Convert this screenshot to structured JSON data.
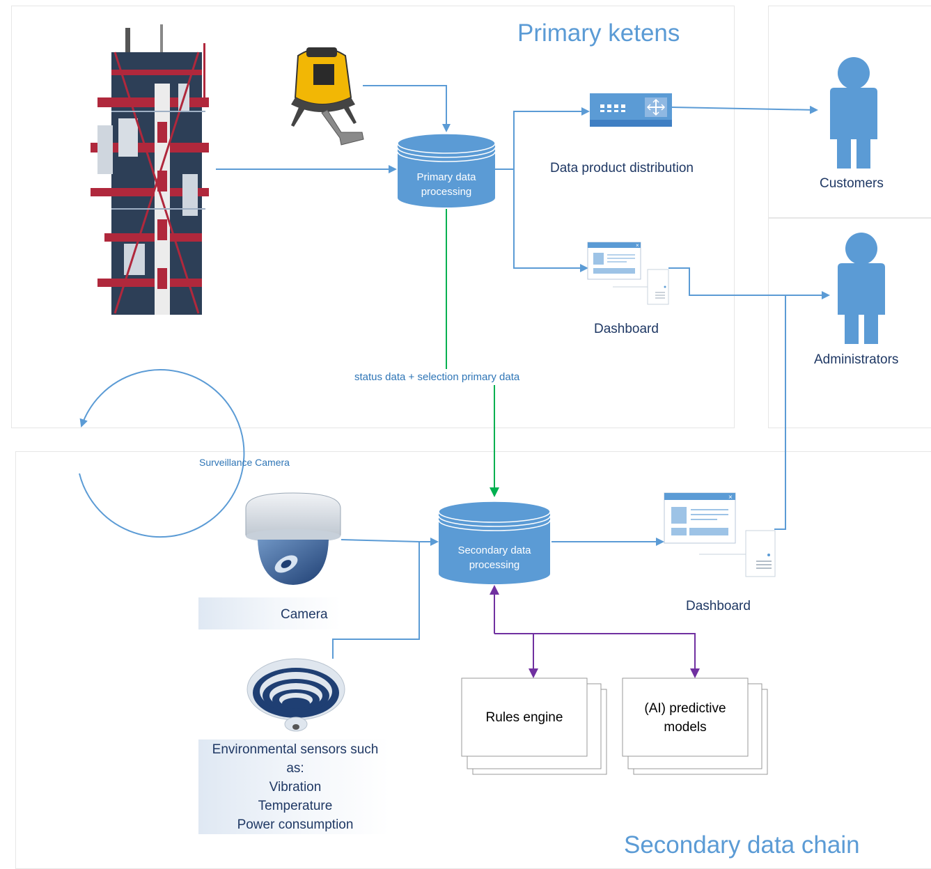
{
  "primary_chain": {
    "title": "Primary ketens",
    "primary_processing": [
      "Primary data",
      "processing"
    ],
    "distribution_label": "Data product distribution",
    "dashboard_label": "Dashboard",
    "link_label": "status data + selection primary data"
  },
  "actors": {
    "customers": "Customers",
    "administrators": "Administrators"
  },
  "secondary_chain": {
    "title": "Secondary data chain",
    "surveillance_label": "Surveillance Camera",
    "camera_label": "Camera",
    "sensors_label": [
      "Environmental sensors such",
      "as:",
      "Vibration",
      "Temperature",
      "Power consumption"
    ],
    "secondary_processing": [
      "Secondary data",
      "processing"
    ],
    "dashboard_label": "Dashboard",
    "rules_engine": "Rules engine",
    "predictive_models": [
      "(AI) predictive",
      "models"
    ]
  },
  "colors": {
    "accent_blue": "#5b9bd5",
    "connector_blue": "#5b9bd5",
    "connector_green": "#00b050",
    "connector_purple": "#7030a0",
    "tower_red": "#b0283c"
  }
}
